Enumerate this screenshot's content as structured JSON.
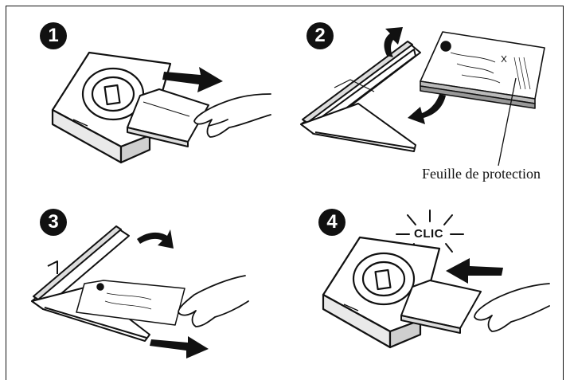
{
  "steps": [
    {
      "number": "1"
    },
    {
      "number": "2",
      "callout": "Feuille de protection"
    },
    {
      "number": "3"
    },
    {
      "number": "4",
      "sound": "CLIC"
    }
  ],
  "colors": {
    "ink": "#111111",
    "paper": "#ffffff",
    "shade": "#d9d9d9"
  },
  "icons": [
    "printer-icon",
    "paper-tray-icon",
    "hand-icon",
    "arrow-icon",
    "paper-stack-icon"
  ]
}
